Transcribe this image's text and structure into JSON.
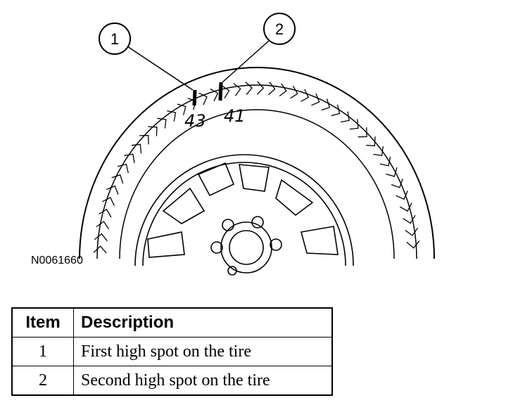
{
  "figure_id": "N0061660",
  "callouts": [
    {
      "number": "1"
    },
    {
      "number": "2"
    }
  ],
  "tire_marks": [
    {
      "text": "43"
    },
    {
      "text": "41"
    }
  ],
  "legend": {
    "headers": {
      "item": "Item",
      "description": "Description"
    },
    "rows": [
      {
        "item": "1",
        "description": "First high spot on the tire"
      },
      {
        "item": "2",
        "description": "Second high spot on the tire"
      }
    ]
  }
}
